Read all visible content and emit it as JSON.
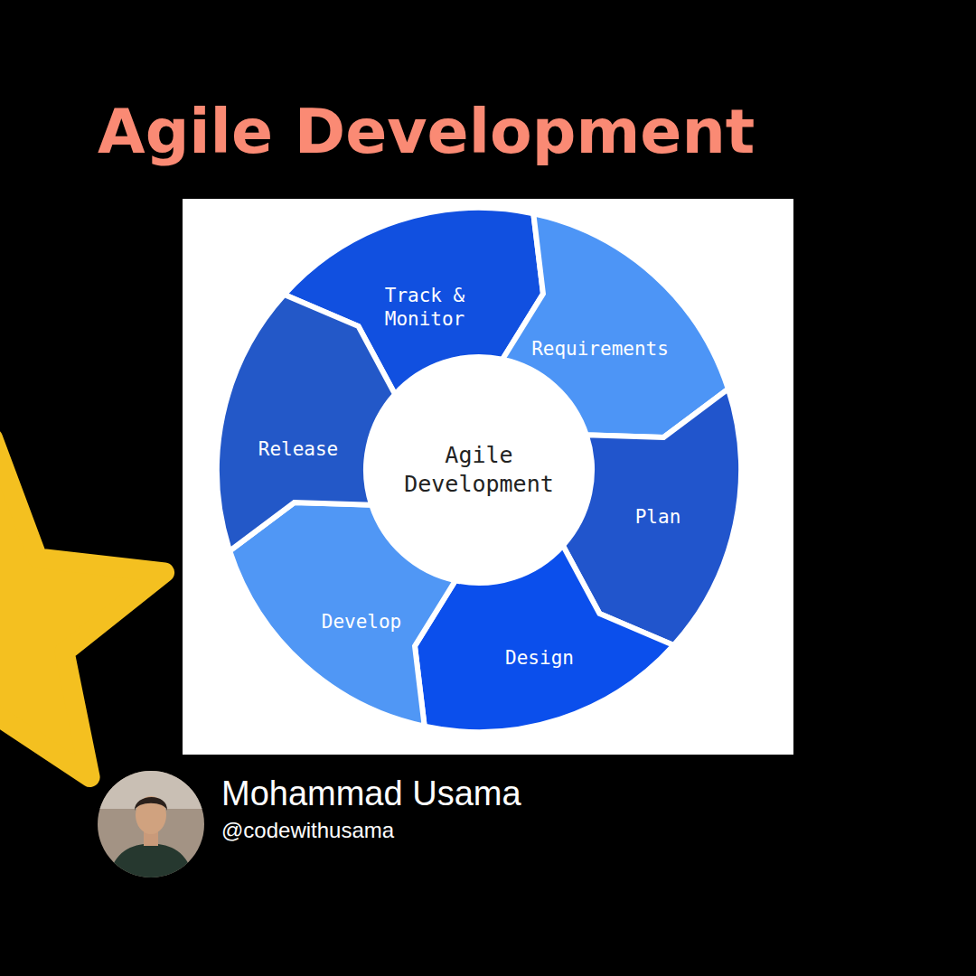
{
  "diagram": {
    "title": "Agile Development",
    "nodes": [
      {
        "text": [
          "Track & Monitor"
        ]
      },
      {
        "text": [
          "Requirements"
        ]
      },
      {
        "text": [
          "Plan"
        ]
      },
      {
        "text": [
          "Design"
        ]
      },
      {
        "text": [
          "Develop"
        ]
      },
      {
        "text": [
          "Release"
        ]
      },
      {
        "text": [
          "Agile Development"
        ]
      }
    ],
    "labels": [
      "Mohammad Usama",
      "@codewithusama"
    ]
  }
}
